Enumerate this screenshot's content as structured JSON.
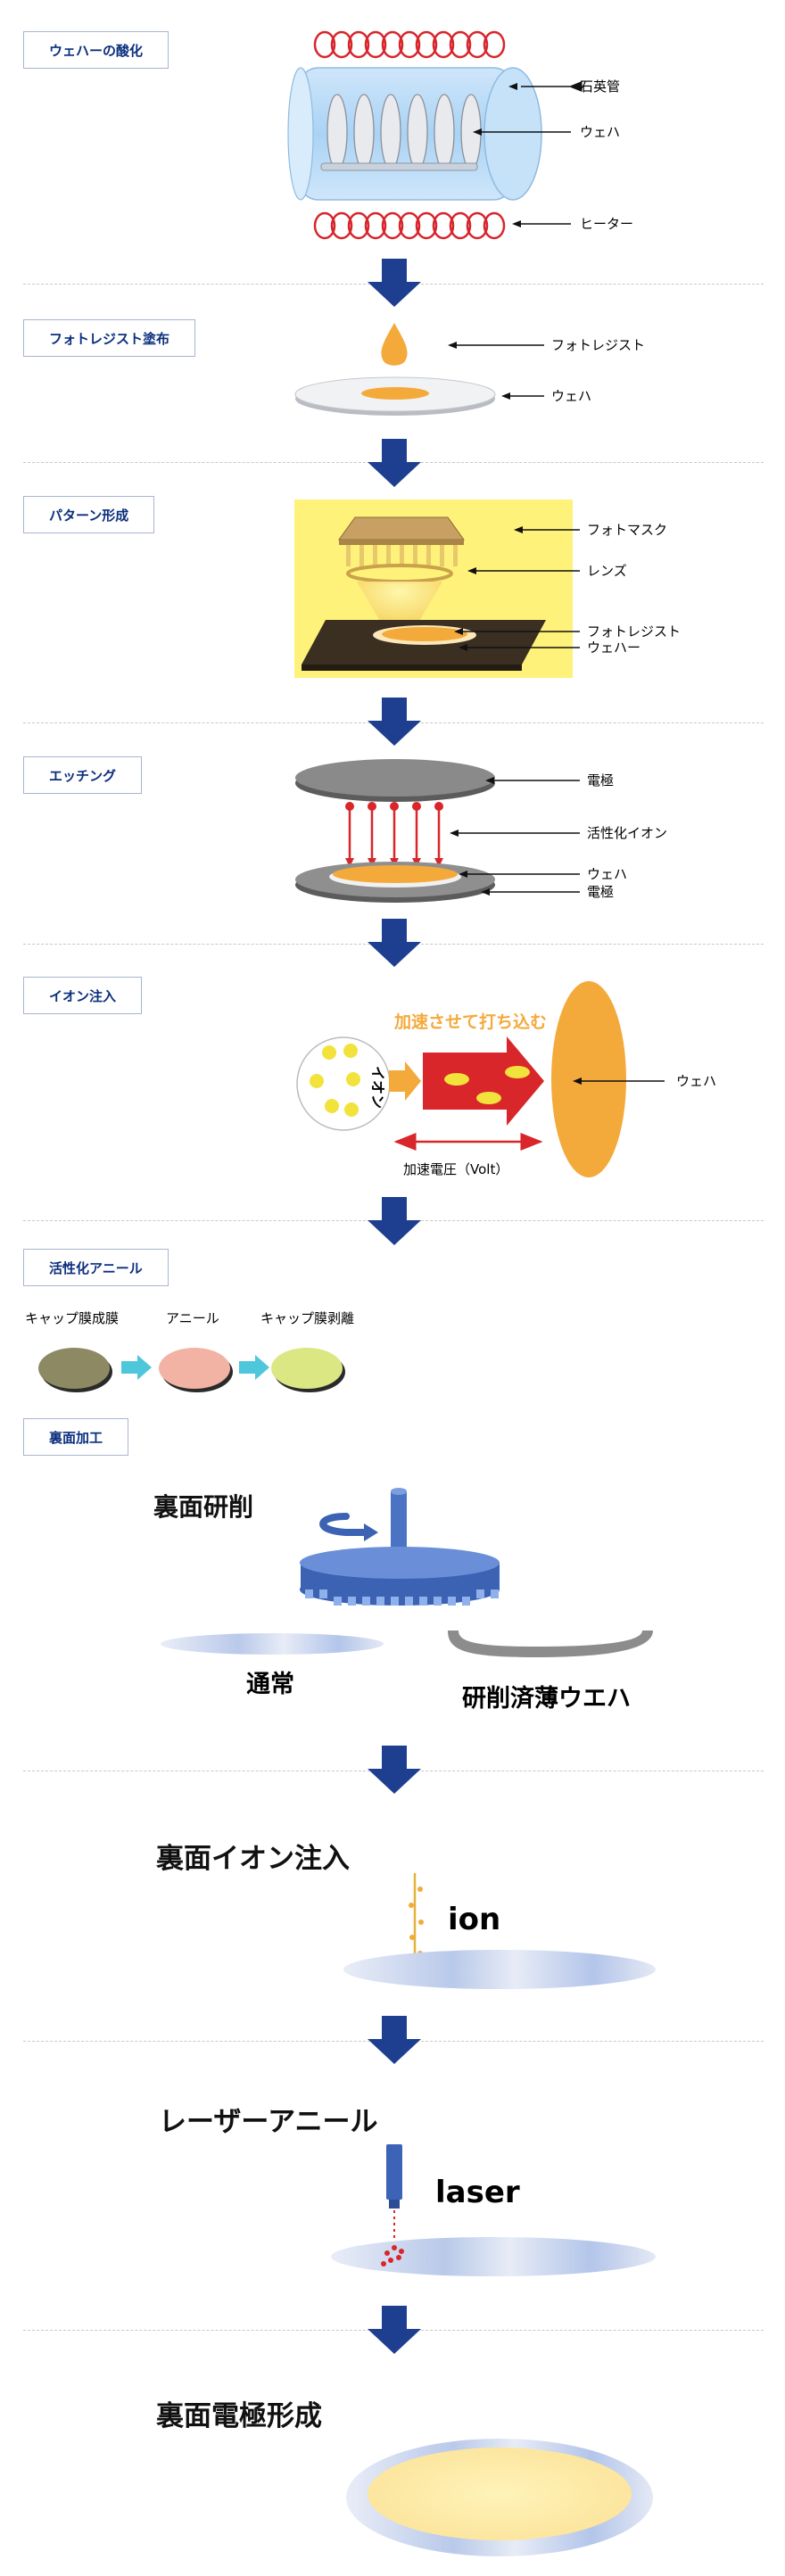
{
  "colors": {
    "step_label_text": "#0b2f7d",
    "flow_arrow": "#1e3f8f",
    "orange": "#f4a93b",
    "red_arrow": "#d9262a",
    "heater": "#d7262c",
    "mask_yellow": "#fff27a"
  },
  "steps": {
    "oxidation": {
      "label": "ウェハーの酸化",
      "callouts": {
        "quartz": "石英管",
        "wafer": "ウェハ",
        "heater": "ヒーター"
      }
    },
    "photoresist": {
      "label": "フォトレジスト塗布",
      "callouts": {
        "resist": "フォトレジスト",
        "wafer": "ウェハ"
      }
    },
    "pattern": {
      "label": "パターン形成",
      "callouts": {
        "mask": "フォトマスク",
        "lens": "レンズ",
        "resist": "フォトレジスト",
        "wafer": "ウェハー"
      }
    },
    "etching": {
      "label": "エッチング",
      "callouts": {
        "electrode_top": "電極",
        "ions": "活性化イオン",
        "wafer": "ウェハ",
        "electrode_bottom": "電極"
      }
    },
    "implant": {
      "label": "イオン注入",
      "accel_text": "加速させて打ち込む",
      "ion_text": "イオン",
      "voltage_text": "加速電圧（Volt）",
      "wafer_callout": "ウェハ"
    },
    "anneal": {
      "label": "活性化アニール",
      "stages": [
        "キャップ膜成膜",
        "アニール",
        "キャップ膜剥離"
      ]
    },
    "backside": {
      "label": "裏面加工",
      "grinding": {
        "title": "裏面研削",
        "normal": "通常",
        "thinned": "研削済薄ウエハ"
      },
      "ion_implant": {
        "title": "裏面イオン注入",
        "ion": "ion"
      },
      "laser_anneal": {
        "title": "レーザーアニール",
        "laser": "laser"
      },
      "electrode": {
        "title": "裏面電極形成"
      }
    }
  }
}
